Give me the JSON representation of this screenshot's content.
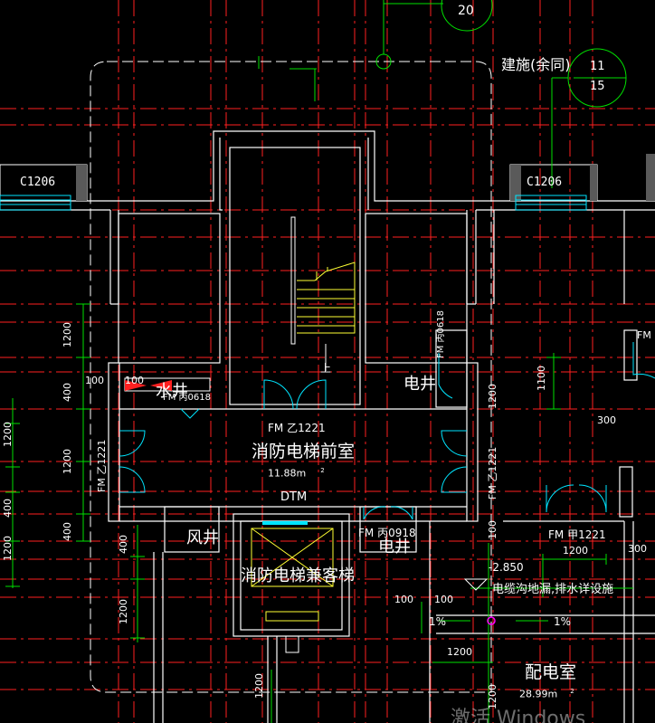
{
  "colors": {
    "background": "#000000",
    "axis_red": "#ff2020",
    "wall": "#ffffff",
    "dimension_green": "#00e000",
    "door_cyan": "#00e5ff",
    "stair_yellow": "#ffff33",
    "hatch_gray": "#9a9a9a",
    "magenta": "#ff00ff"
  },
  "labels": {
    "axis_top": "20",
    "axis_right_top": "11",
    "axis_right_bottom": "15",
    "note_top": "建施(余同)",
    "window_left": "C1206",
    "window_right": "C1206",
    "fire_door_lobby": "FM 乙1221",
    "lobby_name": "消防电梯前室",
    "lobby_area": "11.88m",
    "area_sup": "2",
    "dtm": "DTM",
    "water_shaft": "水井",
    "water_door": "FM 丙0618",
    "elec_shaft": "电井",
    "elec_door": "FM 丙0618",
    "fm_left": "FM 乙1221",
    "fm_right": "FM 乙1221",
    "air_shaft": "风井",
    "elec_shaft2": "电井",
    "fm_bottom": "FM 丙0918",
    "elevator": "消防电梯兼客梯",
    "fm_jia": "FM 甲1221",
    "level": "-2.850",
    "cable_note": "电缆沟地漏,排水详设施",
    "slope_left": "1%",
    "slope_right": "1%",
    "power_room": "配电室",
    "power_area": "28.99m",
    "stair_up": "上",
    "fm_edge": "FM",
    "watermark": "激活 Windows"
  },
  "dimensions": {
    "d1": "1200",
    "d2": "400",
    "d3": "1200",
    "d4": "400",
    "d5": "400",
    "d6": "1200",
    "d7": "100",
    "d8": "100",
    "d9": "1100",
    "d10": "300",
    "d11": "1200",
    "d12": "300",
    "d13": "100",
    "d14": "100",
    "d15": "1200",
    "d16": "1200",
    "d17": "100",
    "d18": "1200",
    "d19": "1200",
    "d20": "1200",
    "d21": "400",
    "d22": "1200"
  }
}
